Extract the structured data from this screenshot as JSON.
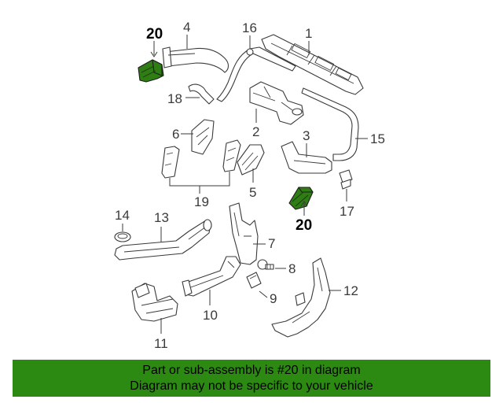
{
  "colors": {
    "highlight": "#2f7d14",
    "banner": "#2c8a12",
    "line": "#3a3a3a"
  },
  "diagram": {
    "callouts": {
      "c1": "1",
      "c2": "2",
      "c3": "3",
      "c4": "4",
      "c5": "5",
      "c6": "6",
      "c7": "7",
      "c8": "8",
      "c9": "9",
      "c10": "10",
      "c11": "11",
      "c12": "12",
      "c13": "13",
      "c14": "14",
      "c15": "15",
      "c16": "16",
      "c17": "17",
      "c18": "18",
      "c19": "19",
      "c20a": "20",
      "c20b": "20"
    }
  },
  "banner": {
    "line1": "Part or sub-assembly is #20 in diagram",
    "line2": "Diagram may not be specific to your vehicle"
  }
}
